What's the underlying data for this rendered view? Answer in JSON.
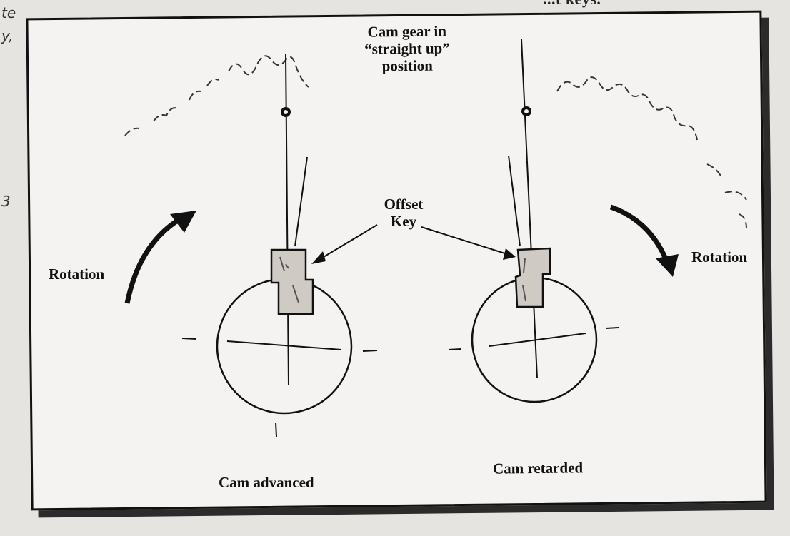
{
  "margin": {
    "line1": "te",
    "line2": "y,",
    "line3": "3"
  },
  "top_text": "...t keys.",
  "labels": {
    "cam_gear_line1": "Cam gear in",
    "cam_gear_line2": "“straight up”",
    "cam_gear_line3": "position",
    "offset_line1": "Offset",
    "offset_line2": "Key",
    "rotation_left": "Rotation",
    "rotation_right": "Rotation",
    "cam_advanced": "Cam advanced",
    "cam_retarded": "Cam retarded"
  },
  "colors": {
    "ink": "#111111",
    "paper": "#f4f3f1",
    "background": "#e6e4e1",
    "key_fill": "#cfcac4"
  }
}
